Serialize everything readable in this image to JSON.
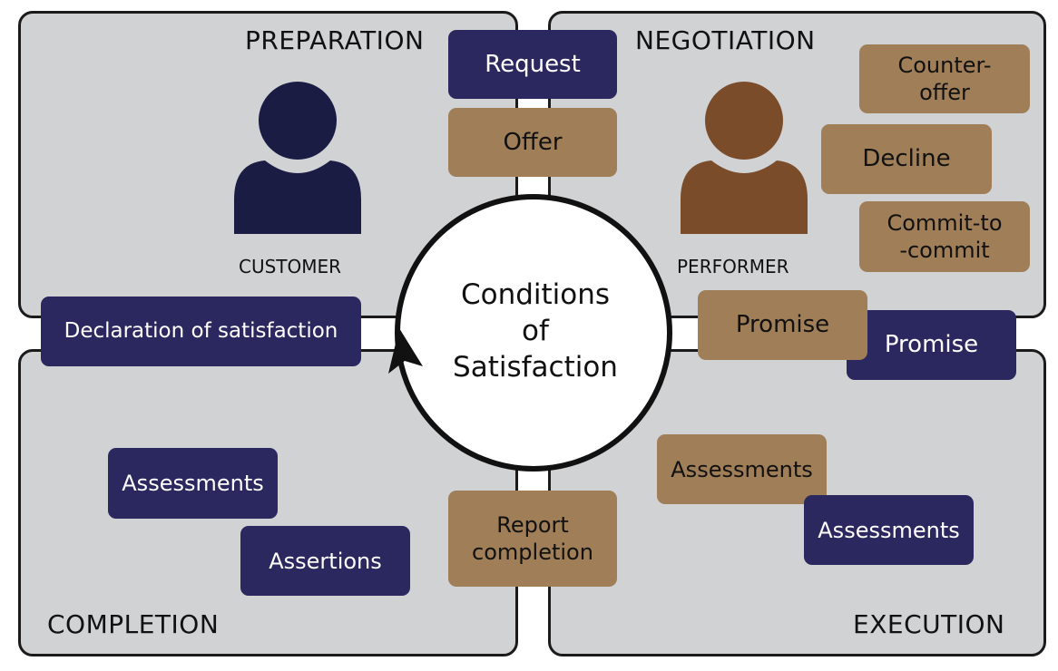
{
  "quadrants": {
    "preparation": "PREPARATION",
    "negotiation": "NEGOTIATION",
    "completion": "COMPLETION",
    "execution": "EXECUTION"
  },
  "roles": {
    "customer": "CUSTOMER",
    "performer": "PERFORMER"
  },
  "center": {
    "text": "Conditions\nof\nSatisfaction"
  },
  "steps": {
    "request": "Request",
    "offer": "Offer",
    "counter_offer": "Counter-\noffer",
    "decline": "Decline",
    "commit_to_commit": "Commit-to\n-commit",
    "promise_performer": "Promise",
    "promise_customer": "Promise",
    "declaration": "Declaration of satisfaction",
    "assessments_customer": "Assessments",
    "assertions": "Assertions",
    "report_completion": "Report\ncompletion",
    "assessments_performer": "Assessments",
    "assessments_customer_exec": "Assessments"
  },
  "colors": {
    "customer": "#1a1c44",
    "performer": "#7a4c2a",
    "navy_box": "#2b275f",
    "tan_box": "#a07e57",
    "quadrant_fill": "#d1d2d4"
  },
  "icons": {
    "customer": "person-icon",
    "performer": "person-icon"
  }
}
